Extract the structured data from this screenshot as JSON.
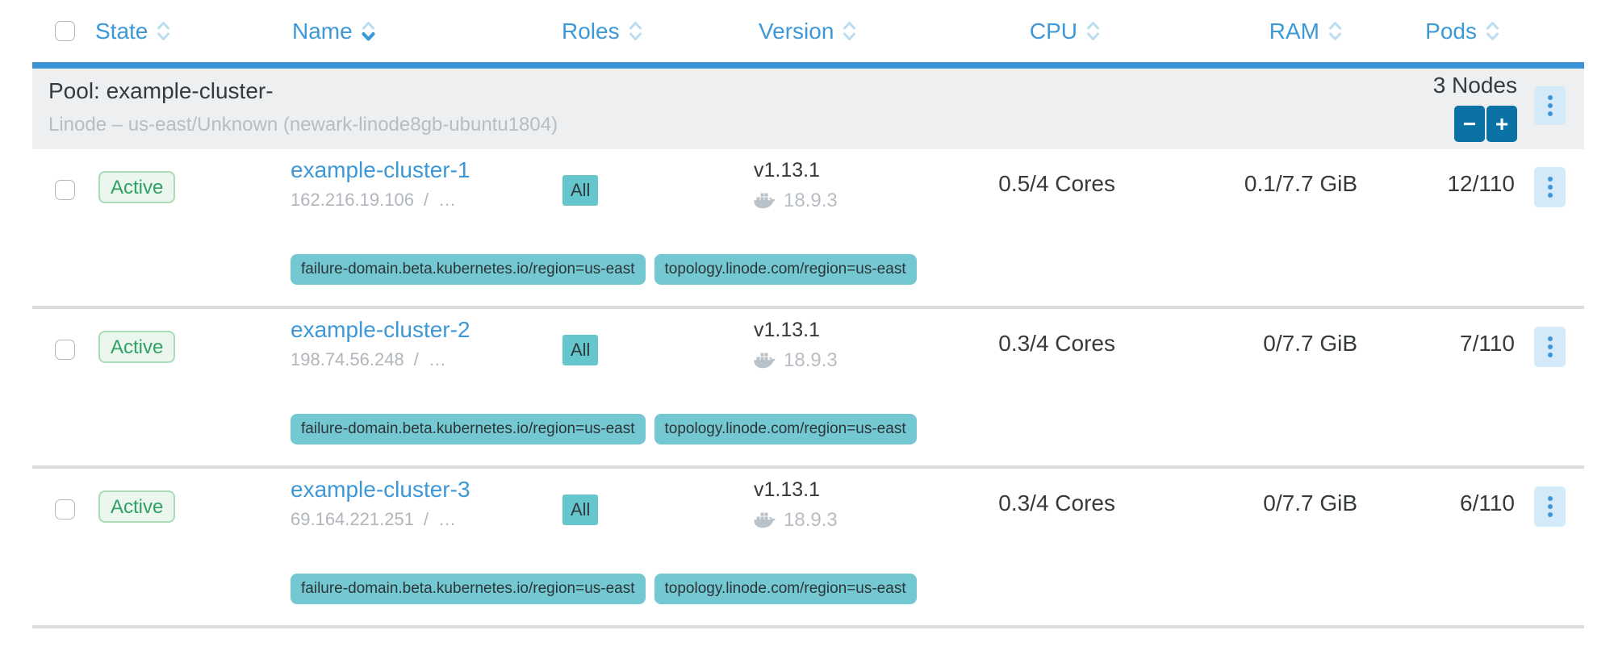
{
  "colors": {
    "accent_blue": "#3d98d8",
    "header_rule_blue": "#3b93d6",
    "primary_button_blue": "#0b72a5",
    "kebab_background": "#d5eaf8",
    "pool_row_background": "#edeff1",
    "success_green_text": "#2fa164",
    "success_green_background": "#eaf6ee",
    "role_badge_teal": "#65c6ce",
    "label_badge_teal": "#74c8d1",
    "muted_gray_text": "#b7bdc2"
  },
  "header": {
    "columns": [
      {
        "label": "State"
      },
      {
        "label": "Name"
      },
      {
        "label": "Roles"
      },
      {
        "label": "Version"
      },
      {
        "label": "CPU"
      },
      {
        "label": "RAM"
      },
      {
        "label": "Pods"
      }
    ],
    "sorted_column": "Name",
    "sort_direction": "desc"
  },
  "pool": {
    "title": "Pool: example-cluster-",
    "subtitle": "Linode – us-east/Unknown (newark-linode8gb-ubuntu1804)",
    "node_count": "3 Nodes",
    "scale_down": "−",
    "scale_up": "+"
  },
  "nodes": [
    {
      "state": "Active",
      "name": "example-cluster-1",
      "ip": "162.216.19.106",
      "ip_sep": "/",
      "ip_more": "…",
      "roles": "All",
      "version": "v1.13.1",
      "docker": "18.9.3",
      "cpu": "0.5/4 Cores",
      "ram": "0.1/7.7 GiB",
      "pods": "12/110",
      "labels": [
        "failure-domain.beta.kubernetes.io/region=us-east",
        "topology.linode.com/region=us-east"
      ]
    },
    {
      "state": "Active",
      "name": "example-cluster-2",
      "ip": "198.74.56.248",
      "ip_sep": "/",
      "ip_more": "…",
      "roles": "All",
      "version": "v1.13.1",
      "docker": "18.9.3",
      "cpu": "0.3/4 Cores",
      "ram": "0/7.7 GiB",
      "pods": "7/110",
      "labels": [
        "failure-domain.beta.kubernetes.io/region=us-east",
        "topology.linode.com/region=us-east"
      ]
    },
    {
      "state": "Active",
      "name": "example-cluster-3",
      "ip": "69.164.221.251",
      "ip_sep": "/",
      "ip_more": "…",
      "roles": "All",
      "version": "v1.13.1",
      "docker": "18.9.3",
      "cpu": "0.3/4 Cores",
      "ram": "0/7.7 GiB",
      "pods": "6/110",
      "labels": [
        "failure-domain.beta.kubernetes.io/region=us-east",
        "topology.linode.com/region=us-east"
      ]
    }
  ]
}
